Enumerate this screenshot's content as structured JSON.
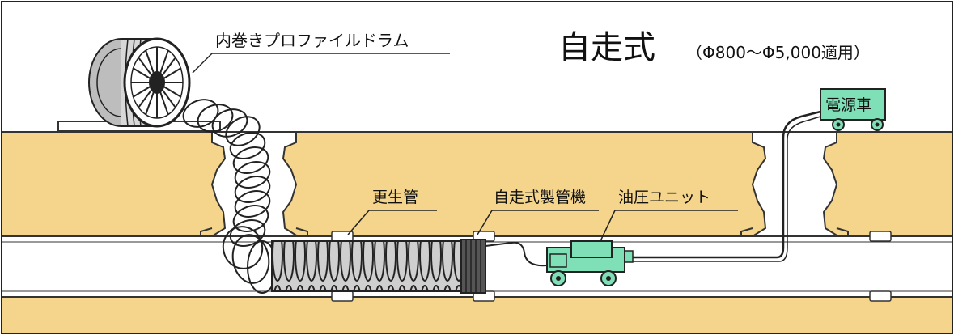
{
  "title": "自走式",
  "subtitle": "（Φ800～Φ5,000適用）",
  "labels": {
    "drum": "内巻きプロファイルドラム",
    "pipe": "更生管",
    "machine": "自走式製管機",
    "hydraulic": "油圧ユニット",
    "power": "電源車"
  },
  "colors": {
    "ground": "#f5d58c",
    "sky": "#ffffff",
    "pipe_fill": "#ffffff",
    "outline": "#222222",
    "hydraulic_unit": "#7fe0b8",
    "power_truck": "#7fe0b8"
  }
}
